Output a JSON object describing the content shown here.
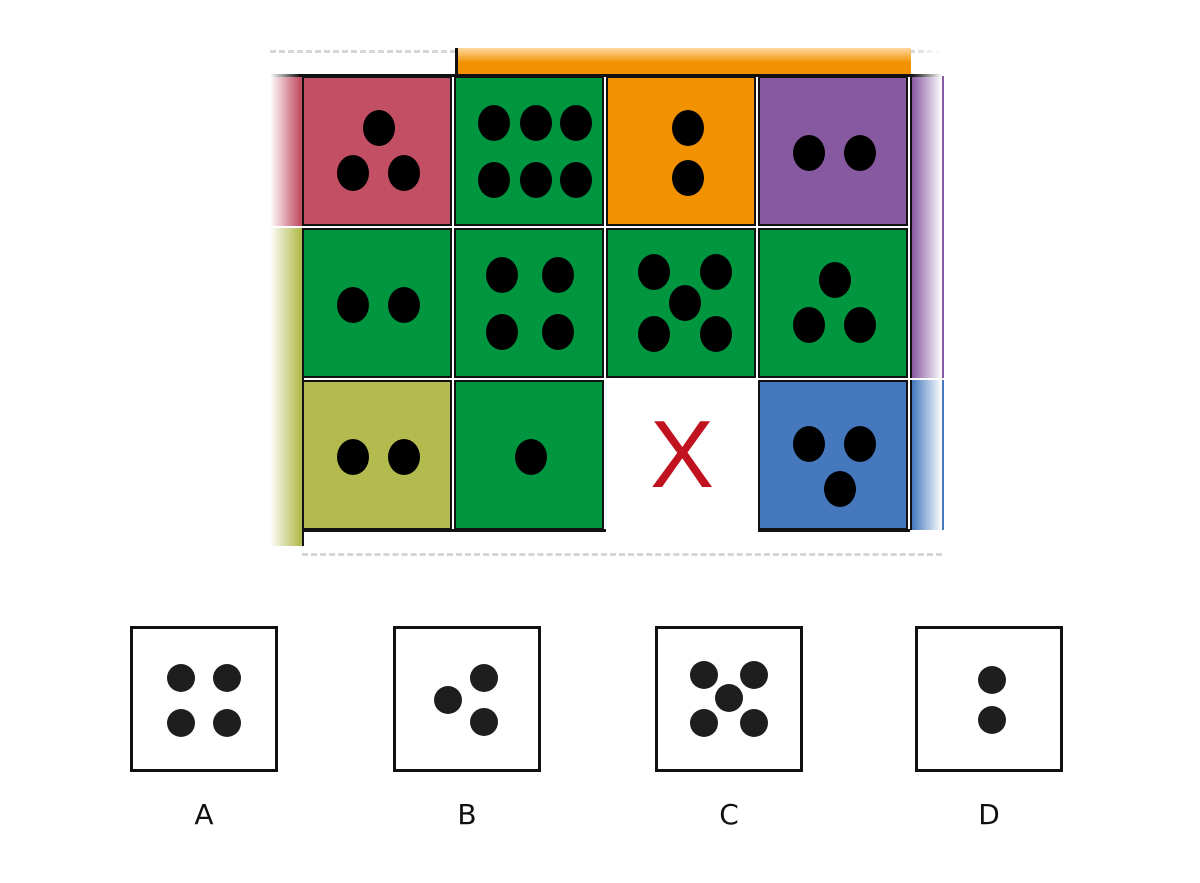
{
  "puzzle": {
    "missing_marker": "X",
    "colors": {
      "red": "#c24f63",
      "green": "#009640",
      "orange": "#f39200",
      "purple": "#8759a1",
      "olive": "#b3bb4e",
      "blue": "#4578bd",
      "x_mark": "#c1121f"
    },
    "grid": [
      [
        {
          "color": "red",
          "pips": 3,
          "pattern": "triangle-up"
        },
        {
          "color": "green",
          "pips": 6,
          "pattern": "two-rows-of-three"
        },
        {
          "color": "orange",
          "pips": 2,
          "pattern": "vertical"
        },
        {
          "color": "purple",
          "pips": 2,
          "pattern": "horizontal"
        }
      ],
      [
        {
          "color": "green",
          "pips": 2,
          "pattern": "horizontal"
        },
        {
          "color": "green",
          "pips": 4,
          "pattern": "square"
        },
        {
          "color": "green",
          "pips": 5,
          "pattern": "quincunx"
        },
        {
          "color": "green",
          "pips": 3,
          "pattern": "triangle-up"
        }
      ],
      [
        {
          "color": "olive",
          "pips": 2,
          "pattern": "horizontal"
        },
        {
          "color": "green",
          "pips": 1,
          "pattern": "center"
        },
        {
          "color": "missing",
          "pips": null,
          "pattern": "X"
        },
        {
          "color": "blue",
          "pips": 3,
          "pattern": "triangle-down"
        }
      ]
    ]
  },
  "options": [
    {
      "label": "A",
      "pips": 4,
      "pattern": "square"
    },
    {
      "label": "B",
      "pips": 3,
      "pattern": "triangle-left"
    },
    {
      "label": "C",
      "pips": 5,
      "pattern": "quincunx"
    },
    {
      "label": "D",
      "pips": 2,
      "pattern": "vertical"
    }
  ]
}
